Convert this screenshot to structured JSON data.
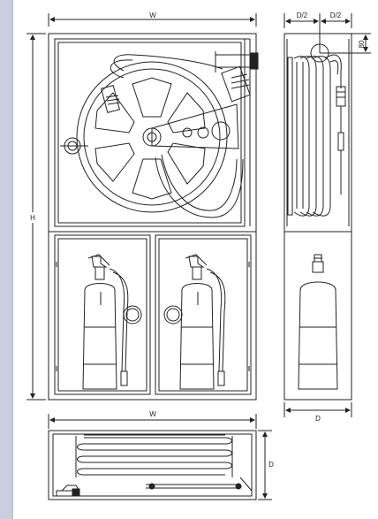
{
  "labels": {
    "width_top": "W",
    "height_left": "H",
    "half_depth_left": "D/2",
    "half_depth_right": "D/2",
    "offset_80": "80",
    "depth_side": "D",
    "width_bottom": "W",
    "depth_plan": "D"
  },
  "colors": {
    "stroke": "#222222",
    "band": "#c7cfe0",
    "background": "#ffffff"
  }
}
